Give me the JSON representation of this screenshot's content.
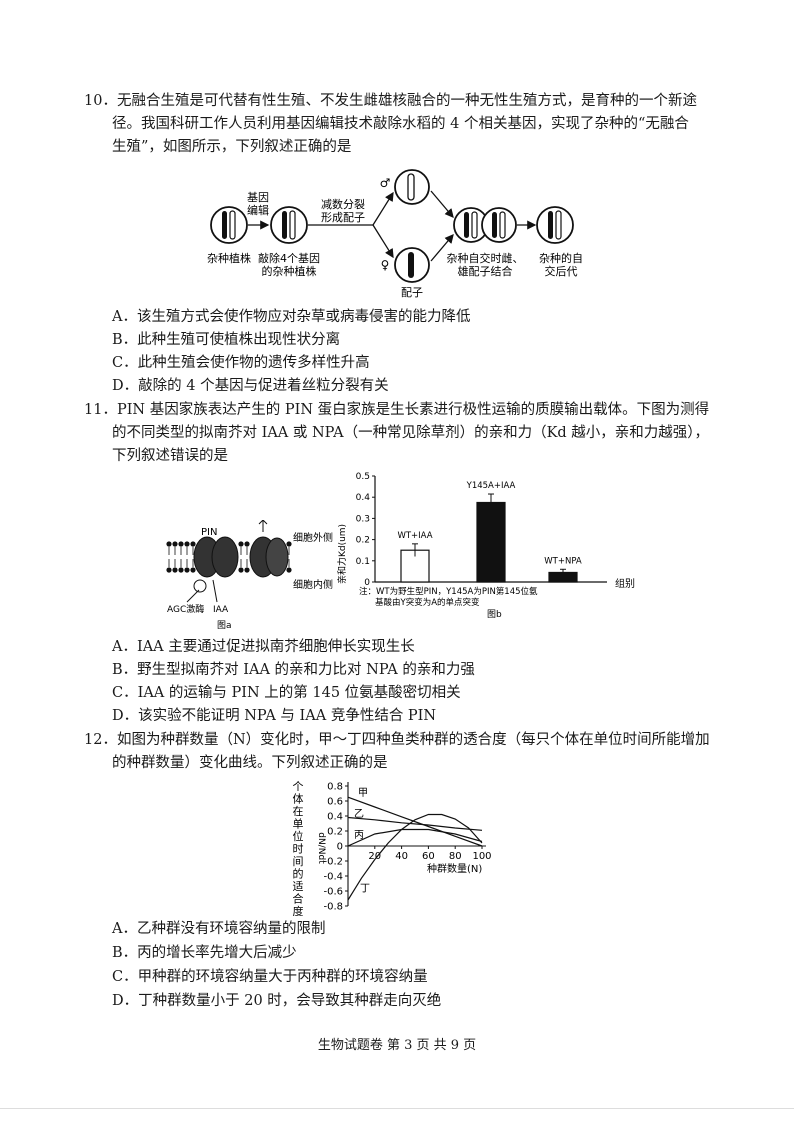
{
  "q10": {
    "line1": "10．无融合生殖是可代替有性生殖、不发生雌雄核融合的一种无性生殖方式，是育种的一个新途",
    "line2": "径。我国科研工作人员利用基因编辑技术敲除水稻的 4 个相关基因，实现了杂种的“无融合",
    "line3": "生殖”，如图所示，下列叙述正确的是",
    "diagram": {
      "label_hybrid": "杂种植株",
      "label_edit1": "基因",
      "label_edit2": "编辑",
      "label_knock1": "敲除4个基因",
      "label_knock2": "的杂种植株",
      "label_meiosis1": "减数分裂",
      "label_meiosis2": "形成配子",
      "label_male": "♂",
      "label_female": "♀",
      "label_gamete": "配子",
      "label_selfing1": "杂种自交时雌、",
      "label_selfing2": "雄配子结合",
      "label_offspring1": "杂种的自",
      "label_offspring2": "交后代"
    },
    "options": [
      "A．该生殖方式会使作物应对杂草或病毒侵害的能力降低",
      "B．此种生殖可使植株出现性状分离",
      "C．此种生殖会使作物的遗传多样性升高",
      "D．敲除的 4 个基因与促进着丝粒分裂有关"
    ]
  },
  "q11": {
    "line1": "11．PIN 基因家族表达产生的 PIN 蛋白家族是生长素进行极性运输的质膜输出载体。下图为测得",
    "line2": "的不同类型的拟南芥对 IAA 或 NPA（一种常见除草剂）的亲和力（Kd 越小，亲和力越强），",
    "line3": "下列叙述错误的是",
    "fig_a": {
      "label_pin": "PIN",
      "label_outside": "细胞外侧",
      "label_inside": "细胞内侧",
      "label_agc": "AGC激酶",
      "label_iaa": "IAA",
      "caption": "图a"
    },
    "fig_b": {
      "caption": "图b",
      "note1": "注：WT为野生型PIN，Y145A为PIN第145位氨",
      "note2": "基酸由Y突变为A的单点突变"
    },
    "options": [
      "A．IAA 主要通过促进拟南芥细胞伸长实现生长",
      "B．野生型拟南芥对 IAA 的亲和力比对 NPA 的亲和力强",
      "C．IAA 的运输与 PIN 上的第 145 位氨基酸密切相关",
      "D．该实验不能证明 NPA 与 IAA 竞争性结合 PIN"
    ]
  },
  "q12": {
    "line1": "12．如图为种群数量（N）变化时，甲～丁四种鱼类种群的透合度（每只个体在单位时间所能增加",
    "line2": "的种群数量）变化曲线。下列叙述正确的是",
    "options": [
      "A．乙种群没有环境容纳量的限制",
      "B．丙的增长率先增大后减少",
      "C．甲种群的环境容纳量大于丙种群的环境容纳量",
      "D．丁种群数量小于 20 时，会导致其种群走向灭绝"
    ]
  },
  "footer": "生物试题卷   第 3 页  共 9 页",
  "chart_data": [
    {
      "type": "bar",
      "categories": [
        "WT+IAA",
        "Y145A+IAA",
        "WT+NPA"
      ],
      "values": [
        0.15,
        0.375,
        0.045
      ],
      "errors": [
        0.03,
        0.04,
        0.015
      ],
      "bar_colors": [
        "#ffffff",
        "#111111",
        "#111111"
      ],
      "ylabel": "亲和力Kd(um)",
      "xlabel": "组别",
      "ylim": [
        0,
        0.5
      ],
      "yticks": [
        "0",
        "0.1",
        "0.2",
        "0.3",
        "0.4",
        "0.5"
      ]
    },
    {
      "type": "line",
      "ylabel": "个体在单位时间的适合度",
      "ylabel_inner": "dN/Ndt",
      "xlabel": "种群数量(N)",
      "xlim": [
        0,
        100
      ],
      "ylim": [
        -0.8,
        0.8
      ],
      "xticks": [
        "0",
        "20",
        "40",
        "60",
        "80",
        "100"
      ],
      "yticks": [
        "0.8",
        "0.6",
        "0.4",
        "0.2",
        "0",
        "-0.2",
        "-0.4",
        "-0.6",
        "-0.8"
      ],
      "series": [
        {
          "name": "甲",
          "x": [
            0,
            20,
            40,
            60,
            80,
            100
          ],
          "y": [
            0.65,
            0.52,
            0.39,
            0.26,
            0.13,
            0.0
          ]
        },
        {
          "name": "乙",
          "x": [
            0,
            20,
            40,
            60,
            80,
            100
          ],
          "y": [
            0.38,
            0.35,
            0.31,
            0.28,
            0.24,
            0.21
          ]
        },
        {
          "name": "丙",
          "x": [
            0,
            20,
            40,
            60,
            80,
            100
          ],
          "y": [
            0.0,
            0.16,
            0.22,
            0.22,
            0.16,
            0.06
          ]
        },
        {
          "name": "丁",
          "x": [
            0,
            10,
            20,
            30,
            40,
            50,
            60,
            70,
            80,
            90,
            100
          ],
          "y": [
            -0.72,
            -0.43,
            -0.18,
            0.04,
            0.22,
            0.35,
            0.42,
            0.42,
            0.36,
            0.24,
            0.04
          ]
        }
      ]
    }
  ]
}
